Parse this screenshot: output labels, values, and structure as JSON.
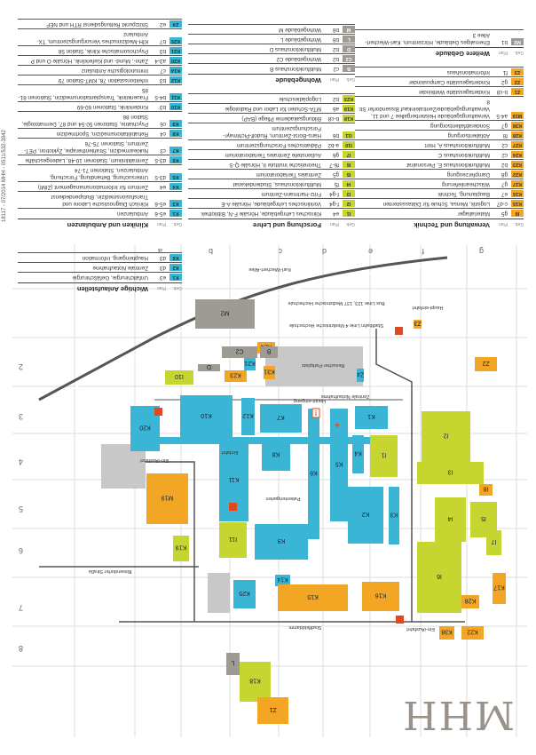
{
  "logo": "MHH",
  "print_code": "18117 - 07/2014 MHH - 0511/532-3942",
  "legend_cols": {
    "building": "Geb.",
    "plan": "Plan"
  },
  "grid": {
    "columns": [
      "a",
      "b",
      "c",
      "d",
      "e",
      "f",
      "g"
    ],
    "rows": [
      "2",
      "3",
      "4",
      "5",
      "6",
      "7",
      "8"
    ]
  },
  "streets": {
    "allee": "Karl-Wiechert-Allee",
    "stadtfelddamm": "Stadtfelddamm",
    "bissendorfer": "Bissendorfer Straße",
    "einfahrt1": "Ein-/Ausfahrt",
    "einfahrt2": "Ein-/Ausfahrt",
    "einfahrt3": "Einfahrt",
    "garten": "Patientengarten",
    "haupteingang": "Haupt-eingang",
    "notaufnahme": "Zentrale Notaufnahme",
    "stadtbahn": "Stadtbahn Linie 4 Medizinische Hochschule",
    "bus": "Bus Linie 123, 137 Medizinische Hochschule",
    "haupteinfahrt": "Haupt-einfahrt",
    "besucher": "Besucher-Parkplatz"
  },
  "sections": {
    "wichtig": {
      "title": "Wichtige Anlaufstellen",
      "items": [
        {
          "id": "K1",
          "plan": "e3",
          "text": "Unfallchirurgie, Gefäßchirurgie",
          "cat": "k"
        },
        {
          "id": "K2",
          "plan": "d3",
          "text": "Zentrale Notaufnahme",
          "cat": "k"
        },
        {
          "id": "K6",
          "plan": "d3",
          "text": "Haupteingang, Information",
          "cat": "k"
        }
      ]
    },
    "kliniken": {
      "title": "Kliniken und Ambulanzen",
      "items": [
        {
          "id": "K1",
          "plan": "e5-6",
          "text": "Ambulanzen",
          "cat": "k"
        },
        {
          "id": "K3",
          "plan": "e5-6",
          "text": "Klinisch Diagnostische Labore und Transfusionsmedizin, Blutspendedienst",
          "cat": "k"
        },
        {
          "id": "K4",
          "plan": "e4",
          "text": "Zentrum für Informationsmanagement (ZIMt)",
          "cat": "k"
        },
        {
          "id": "K5",
          "plan": "d3-5",
          "text": "Untersuchung, Behandlung, Forschung, Ambulanzen, Stationen 71-74",
          "cat": "k"
        },
        {
          "id": "K6",
          "plan": "d3-5",
          "text": "Zentralklinikum, Stationen 10-48, Ladengeschäfte",
          "cat": "k"
        },
        {
          "id": "K7",
          "plan": "c3",
          "text": "Nuklearmedizin, Strahlentherapie, Zyklotron, PET-Zentrum, Stationen 75-76",
          "cat": "k"
        },
        {
          "id": "K8",
          "plan": "c4",
          "text": "Rehabilitationsmedizin, Sportmedizin",
          "cat": "k"
        },
        {
          "id": "K9",
          "plan": "c6",
          "text": "Psychiatrie, Stationen 50-54 und 87, Dermatologie, Station 86",
          "cat": "k"
        },
        {
          "id": "K10",
          "plan": "b3",
          "text": "Kinderklinik, Stationen 60-69",
          "cat": "k"
        },
        {
          "id": "K11",
          "plan": "b4-5",
          "text": "Frauenklinik, Transplantationsmedizin, Stationen 81-85",
          "cat": "k"
        },
        {
          "id": "K12",
          "plan": "b3",
          "text": "Infektionsstation 78, KMT-Station 79",
          "cat": "k"
        },
        {
          "id": "K14",
          "plan": "c7",
          "text": "Immunologische Ambulanz",
          "cat": "k"
        },
        {
          "id": "K20",
          "plan": "a3-4",
          "text": "Zahn-, Mund- und Kieferklinik, Hörsäle O und P",
          "cat": "k"
        },
        {
          "id": "K21",
          "plan": "b3",
          "text": "Psychosomatische Klinik, Station 58",
          "cat": "k"
        },
        {
          "id": "K25",
          "plan": "b7",
          "text": "KfH-Medizinisches Versorgungszentrum, TX-Ambulanz",
          "cat": "k"
        },
        {
          "id": "Z4",
          "plan": "e2",
          "text": "Stützpunkt Rettungsdienst RTH und NEF",
          "cat": "k"
        }
      ]
    },
    "forschung": {
      "title": "Forschung und Lehre",
      "items": [
        {
          "id": "I1",
          "plan": "e4",
          "text": "Klinisches Lehrgebäude, Hörsäle F-N, Bibliothek",
          "cat": "i"
        },
        {
          "id": "I2",
          "plan": "f-g4",
          "text": "Vorklinisches Lehrgebäude, Hörsäle A-E",
          "cat": "i"
        },
        {
          "id": "I3",
          "plan": "f-g4",
          "text": "Fritz-Hartmann-Zentrum",
          "cat": "i"
        },
        {
          "id": "I4",
          "plan": "f5",
          "text": "Multifunktionshaus, Studiendekanat",
          "cat": "i"
        },
        {
          "id": "I5",
          "plan": "g5",
          "text": "Zentrales Tierlaboratorium",
          "cat": "i"
        },
        {
          "id": "I6",
          "plan": "f6-7",
          "text": "Theoretische Institute II, Hörsäle Q-S",
          "cat": "i"
        },
        {
          "id": "I7",
          "plan": "g6",
          "text": "Außenstelle Zentrales Tierlaboratorium",
          "cat": "i"
        },
        {
          "id": "I10",
          "plan": "a-b2",
          "text": "Pädiatrisches Forschungszentrum",
          "cat": "i"
        },
        {
          "id": "I11",
          "plan": "b6",
          "text": "Hans-Borst-Zentrum, Rudolf-Pichlmayr-Forschungszentrum",
          "cat": "i"
        },
        {
          "id": "K18",
          "plan": "b-c8",
          "text": "Bildungsakademie Pflege (BAP)",
          "cat": "i"
        },
        {
          "id": "K19",
          "plan": "a6",
          "text": "MTA-Schulen für Labor und Radiologie",
          "cat": "i"
        },
        {
          "id": "K23",
          "plan": "b2",
          "text": "Logopädieschule",
          "cat": "i"
        }
      ]
    },
    "wohnen": {
      "title": "Wohngebäude",
      "items": [
        {
          "id": "B",
          "plan": "c2",
          "text": "Multifunktionshaus B",
          "cat": "w"
        },
        {
          "id": "C2",
          "plan": "b2",
          "text": "Wohngebäude C2",
          "cat": "w"
        },
        {
          "id": "D",
          "plan": "b2",
          "text": "Multifunktionshaus D",
          "cat": "w"
        },
        {
          "id": "L",
          "plan": "b8",
          "text": "Wohngebäude L",
          "cat": "w"
        },
        {
          "id": "M",
          "plan": "b8",
          "text": "Wohngebäude M",
          "cat": "w"
        }
      ]
    },
    "verwaltung": {
      "title": "Verwaltung und Technik",
      "items": [
        {
          "id": "I8",
          "plan": "g5",
          "text": "Materiallager",
          "cat": "v"
        },
        {
          "id": "K15",
          "plan": "c-d7",
          "text": "Logistik, Mensa, Schule für Diätassistenten",
          "cat": "v"
        },
        {
          "id": "K16",
          "plan": "e7",
          "text": "Bauplanung, Technik",
          "cat": "v"
        },
        {
          "id": "K17",
          "plan": "g7",
          "text": "Wäscheanlieferung",
          "cat": "v"
        },
        {
          "id": "K22",
          "plan": "g8",
          "text": "Dampferzeugung",
          "cat": "v"
        },
        {
          "id": "K23",
          "plan": "b2",
          "text": "Multifunktionshaus E, Personalrat",
          "cat": "v"
        },
        {
          "id": "K24",
          "plan": "c2",
          "text": "Multifunktionshaus C",
          "cat": "v"
        },
        {
          "id": "K27",
          "plan": "c2",
          "text": "Multifunktionshaus A, Hort",
          "cat": "v"
        },
        {
          "id": "K28",
          "plan": "f8",
          "text": "Abfallentsorgung",
          "cat": "v"
        },
        {
          "id": "K38",
          "plan": "g7",
          "text": "Sonderabfallentsorgung",
          "cat": "v"
        },
        {
          "id": "M19",
          "plan": "a4-5",
          "text": "Verwaltungsgebäude Heisterbergallee 7 und 11, Verwaltungsgebäude/Zentraleinkauf Bissendorfer Str. 8",
          "cat": "v"
        },
        {
          "id": "Z1",
          "plan": "b-c8",
          "text": "Kindertagesstätte Weltkinder",
          "cat": "v"
        },
        {
          "id": "Z2",
          "plan": "g2",
          "text": "Kindertagesstätte Campuskinder",
          "cat": "v"
        },
        {
          "id": "Z3",
          "plan": "f1",
          "text": "Informationshaus",
          "cat": "v"
        }
      ]
    },
    "weitere": {
      "title": "Weitere Gebäude",
      "items": [
        {
          "id": "M2",
          "plan": "b1",
          "text": "Ehemaliges Gebäude, Hörzentrum, Karl-Wiechert-Allee 3",
          "cat": "w"
        }
      ]
    }
  },
  "colors": {
    "klinik": "#3ab5d6",
    "forschung": "#c6d530",
    "wohnen": "#9e9a94",
    "verwaltung": "#f3a623",
    "grey": "#c8c8c8",
    "red": "#e0491f"
  }
}
